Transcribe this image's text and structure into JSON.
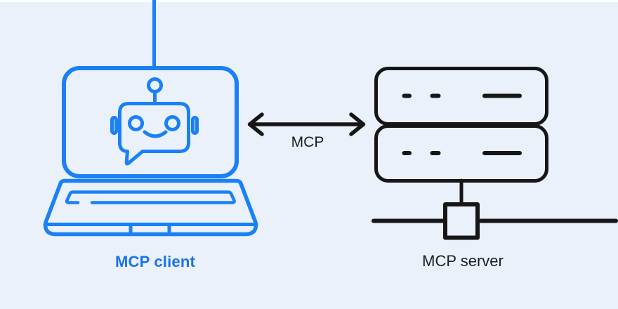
{
  "colors": {
    "background": "#eaf1fb",
    "top_strip": "#fbfdff",
    "accent_blue": "#1b80f5",
    "client_label_blue": "#1a73e8",
    "line_black": "#161616"
  },
  "diagram": {
    "client": {
      "label": "MCP client",
      "icon": "laptop-robot-icon"
    },
    "connection": {
      "label": "MCP",
      "icon": "double-headed-arrow-icon"
    },
    "server": {
      "label": "MCP server",
      "icon": "server-stack-icon",
      "network_icon": "network-node-icon"
    }
  }
}
